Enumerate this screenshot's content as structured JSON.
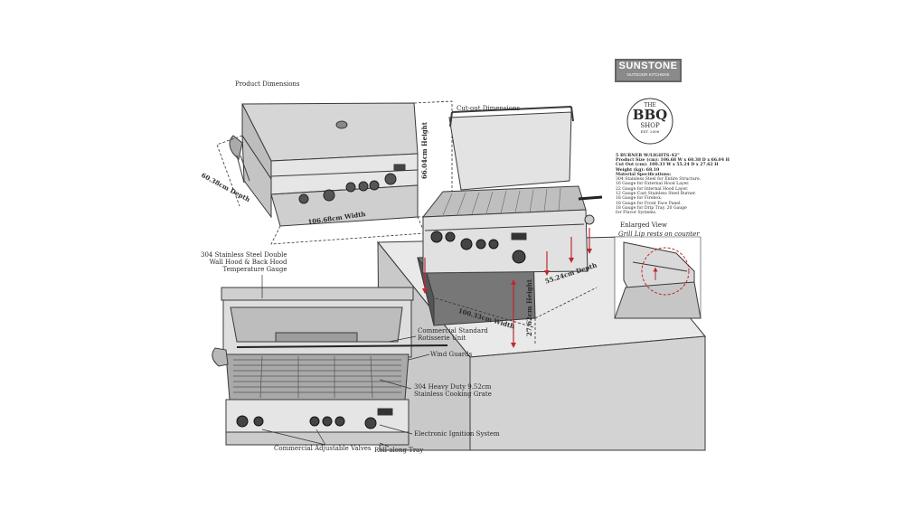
{
  "labels": {
    "product_dimensions": "Product Dimensions",
    "cutout_dimensions": "Cut-out Dimensions",
    "enlarged_view": "Enlarged View",
    "grill_lip": "Grill Lip rests on counter"
  },
  "dimensions": {
    "product_height": "66.04cm Height",
    "product_depth": "60.38cm Depth",
    "product_width": "106.68cm Width",
    "cutout_depth": "55.24cm Depth",
    "cutout_width": "100.33cm Width",
    "cutout_height": "27.62cm Height"
  },
  "callouts": {
    "hood_line1": "304 Stainless Steel Double",
    "hood_line2": "Wall Hood & Back Hood",
    "hood_line3": "Temperature Gauge",
    "rotisserie_line1": "Commercial Standard",
    "rotisserie_line2": "Rotisserie Unit",
    "wind_guards": "Wind Guards",
    "grate_line1": "304 Heavy Duty 9.52cm",
    "grate_line2": "Stainless Cooking Grate",
    "ignition": "Electronic Ignition System",
    "valves": "Commercial Adjustable Valves",
    "tray": "Roll-along Tray"
  },
  "brand": {
    "sunstone_name": "SUNSTONE",
    "sunstone_tagline": "OUTDOOR KITCHENS",
    "bbq_the": "THE",
    "bbq_main": "BBQ",
    "bbq_shop": "SHOP",
    "bbq_est": "EST. 2008"
  },
  "specs": {
    "title": "5 BURNER W/LIGHTS-42\"",
    "lines": [
      "Product Size (cm): 106.68 W x 60.38 D x 66.04 H",
      "Cut Out (cm): 100.33 W x 55.24 D x 27.62 H",
      "Weight (kg): 68.10",
      "Material Specifications:",
      "304 Stainless Steel for Entire Structure.",
      "16 Gauge for External Hood Layer.",
      "22 Gauge for Internal Hood Layer.",
      "12 Gauge Cast Stainless Steel Burner.",
      "18 Gauge for Firebox.",
      "18 Gauge for Front Face Panel.",
      "18 Gauge for Drip Tray, 20 Gauge",
      "for Flavor Systems."
    ]
  },
  "colors": {
    "line": "#3a3a3a",
    "steel": "#d8d8d8",
    "counter": "#cfcfcf",
    "arrow": "#c0282d"
  }
}
